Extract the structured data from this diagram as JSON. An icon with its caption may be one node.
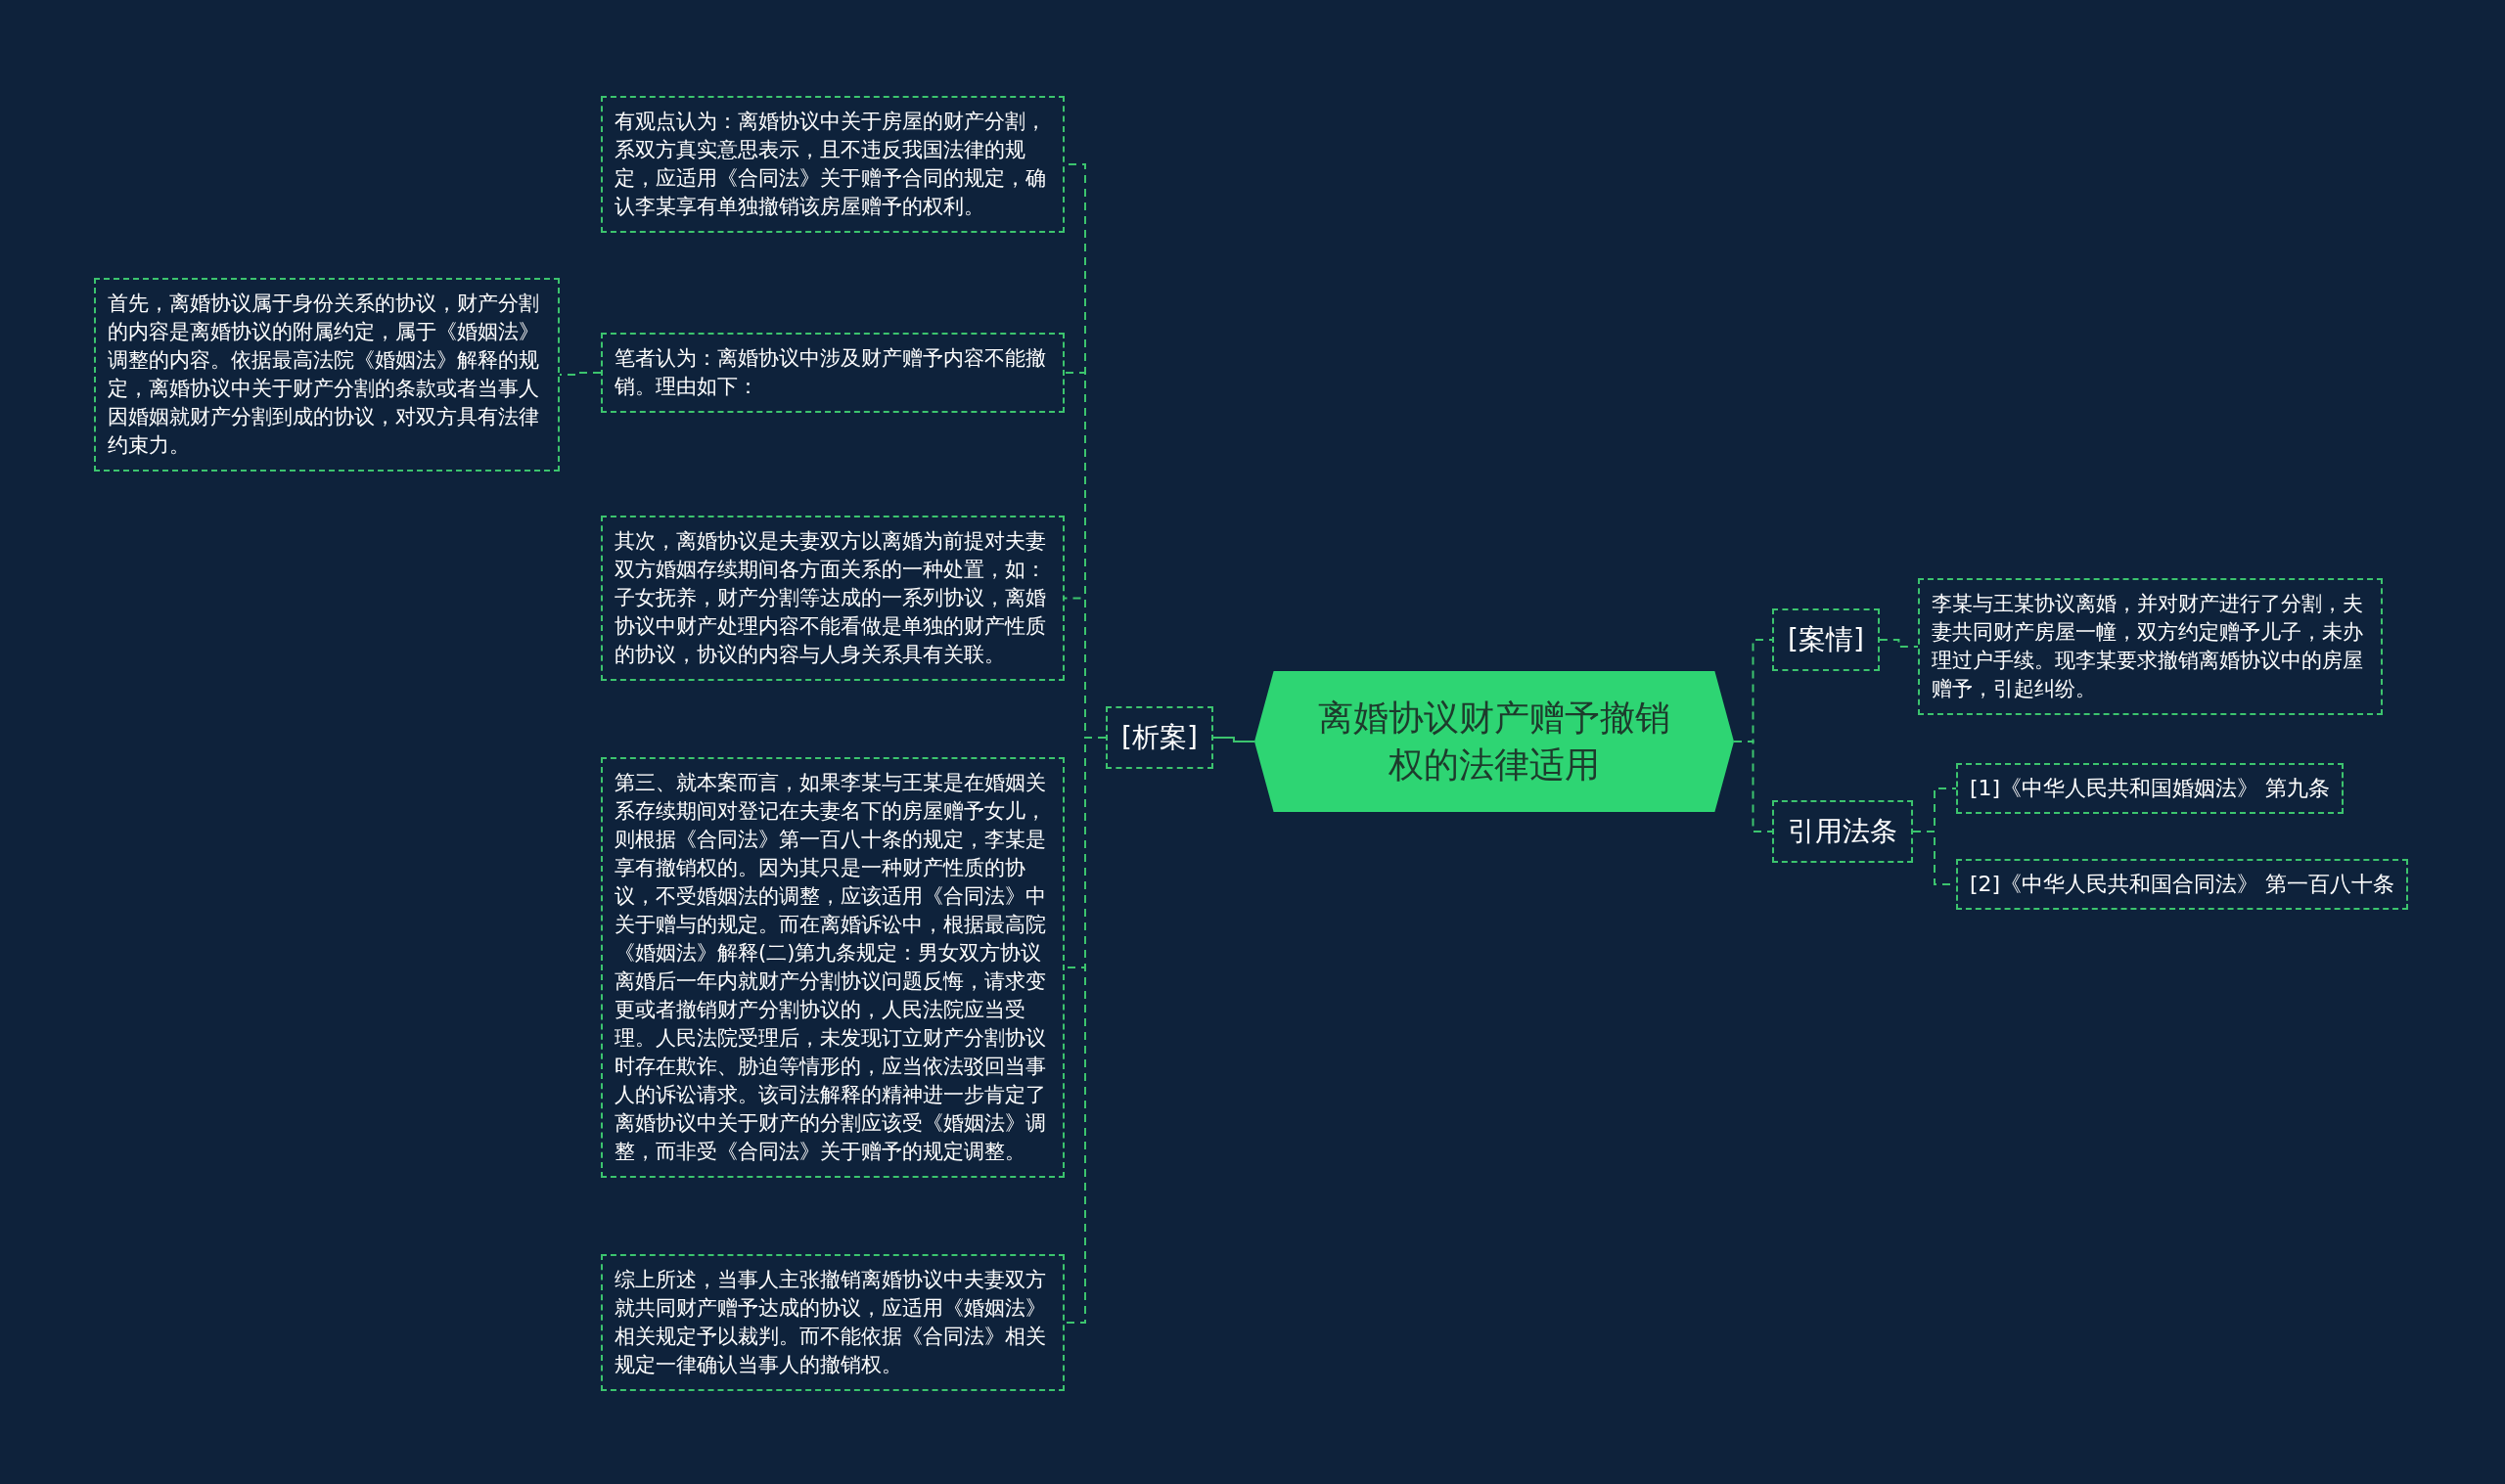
{
  "diagram": {
    "nodes": [
      {
        "text": [
          "离婚协议财产赠予撤销权的法律适用"
        ]
      },
      {
        "text": [
          "[析案]"
        ]
      },
      {
        "text": [
          "有观点认为：离婚协议中关于房屋的财产分割，系双方真实意思表示，且不违反我国法律的规定，应适用《合同法》关于赠予合同的规定，确认李某享有单独撤销该房屋赠予的权利。"
        ]
      },
      {
        "text": [
          "笔者认为：离婚协议中涉及财产赠予内容不能撤销。理由如下："
        ]
      },
      {
        "text": [
          "首先，离婚协议属于身份关系的协议，财产分割的内容是离婚协议的附属约定，属于《婚姻法》调整的内容。依据最高法院《婚姻法》解释的规定，离婚协议中关于财产分割的条款或者当事人因婚姻就财产分割到成的协议，对双方具有法律约束力。"
        ]
      },
      {
        "text": [
          "其次，离婚协议是夫妻双方以离婚为前提对夫妻双方婚姻存续期间各方面关系的一种处置，如：子女抚养，财产分割等达成的一系列协议，离婚协议中财产处理内容不能看做是单独的财产性质的协议，协议的内容与人身关系具有关联。"
        ]
      },
      {
        "text": [
          "第三、就本案而言，如果李某与王某是在婚姻关系存续期间对登记在夫妻名下的房屋赠予女儿，则根据《合同法》第一百八十条的规定，李某是享有撤销权的。因为其只是一种财产性质的协议，不受婚姻法的调整，应该适用《合同法》中关于赠与的规定。而在离婚诉讼中，根据最高院《婚姻法》解释(二)第九条规定：男女双方协议离婚后一年内就财产分割协议问题反悔，请求变更或者撤销财产分割协议的，人民法院应当受理。人民法院受理后，未发现订立财产分割协议时存在欺诈、胁迫等情形的，应当依法驳回当事人的诉讼请求。该司法解释的精神进一步肯定了离婚协议中关于财产的分割应该受《婚姻法》调整，而非受《合同法》关于赠予的规定调整。"
        ]
      },
      {
        "text": [
          "综上所述，当事人主张撤销离婚协议中夫妻双方就共同财产赠予达成的协议，应适用《婚姻法》相关规定予以裁判。而不能依据《合同法》相关规定一律确认当事人的撤销权。"
        ]
      },
      {
        "text": [
          "[案情]"
        ]
      },
      {
        "text": [
          "李某与王某协议离婚，并对财产进行了分割，夫妻共同财产房屋一幢，双方约定赠予儿子，未办理过户手续。现李某要求撤销离婚协议中的房屋赠予，引起纠纷。"
        ]
      },
      {
        "text": [
          "引用法条"
        ]
      },
      {
        "text": [
          "[1]《中华人民共和国婚姻法》 第九条"
        ]
      },
      {
        "text": [
          "[2]《中华人民共和国合同法》 第一百八十条"
        ]
      }
    ],
    "edges": [
      {
        "from": 0,
        "to": 1,
        "arrow": "none"
      },
      {
        "from": 1,
        "to": 2,
        "arrow": "none",
        "style": "dashed"
      },
      {
        "from": 1,
        "to": 3,
        "arrow": "none",
        "style": "dashed"
      },
      {
        "from": 3,
        "to": 4,
        "arrow": "none",
        "style": "dashed"
      },
      {
        "from": 1,
        "to": 5,
        "arrow": "none",
        "style": "dashed"
      },
      {
        "from": 1,
        "to": 6,
        "arrow": "none",
        "style": "dashed"
      },
      {
        "from": 1,
        "to": 7,
        "arrow": "none",
        "style": "dashed"
      },
      {
        "from": 0,
        "to": 8,
        "arrow": "none",
        "style": "dashed"
      },
      {
        "from": 8,
        "to": 9,
        "arrow": "none",
        "style": "dashed"
      },
      {
        "from": 0,
        "to": 10,
        "arrow": "none",
        "style": "dashed"
      },
      {
        "from": 10,
        "to": 11,
        "arrow": "none",
        "style": "dashed"
      },
      {
        "from": 10,
        "to": 12,
        "arrow": "none",
        "style": "dashed"
      }
    ]
  }
}
